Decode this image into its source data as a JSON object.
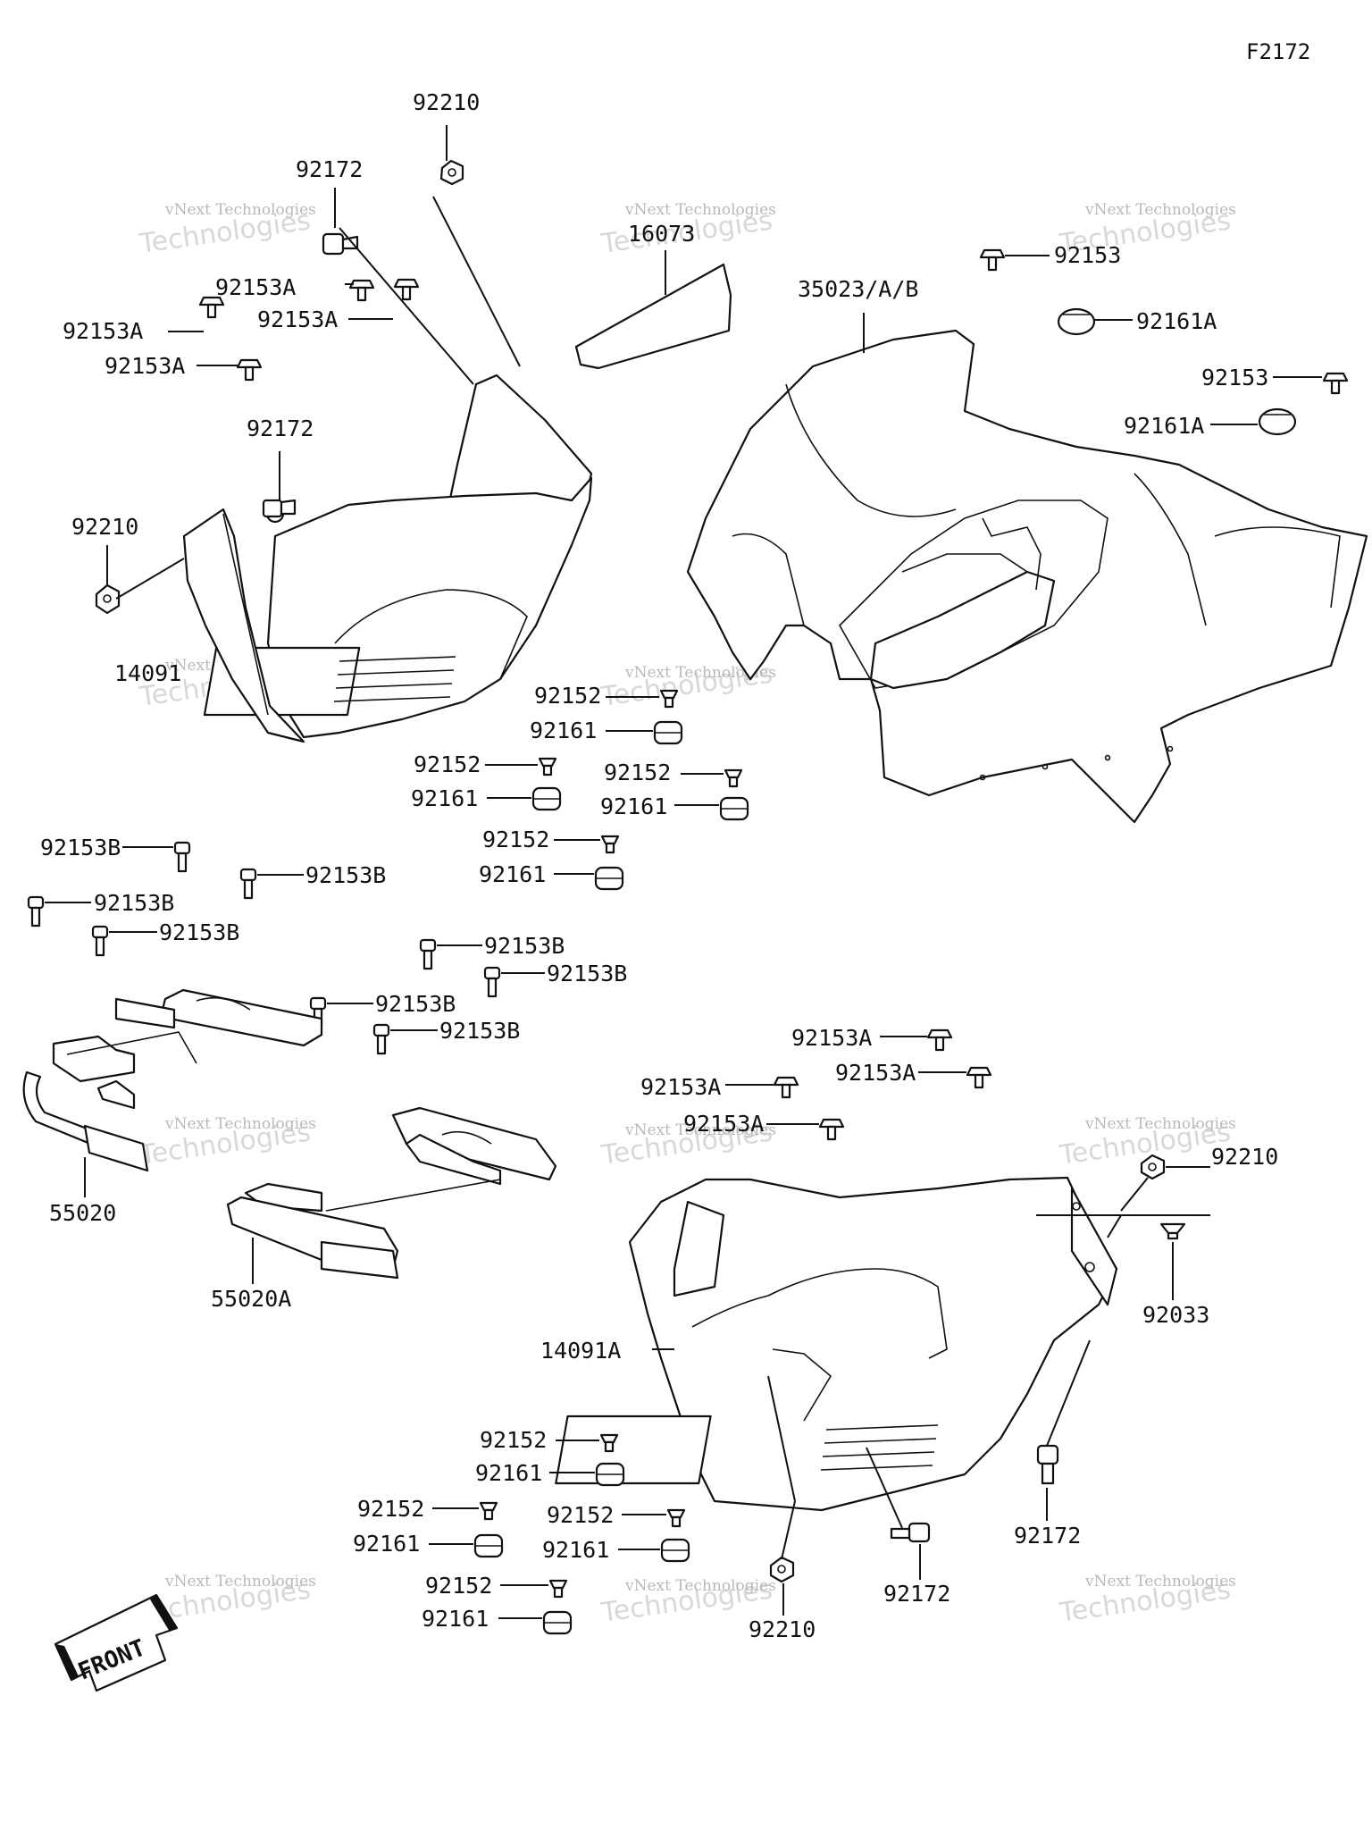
{
  "figure_code": "F2172",
  "watermark": {
    "line1": "vNext Technologies",
    "line2": "Technologies",
    "tag": "vNext"
  },
  "front_label": "FRONT",
  "labels": {
    "p92210_a": "92210",
    "p92172_a": "92172",
    "p92153A_a": "92153A",
    "p92153A_b": "92153A",
    "p92153A_c": "92153A",
    "p92153A_d": "92153A",
    "p92172_b": "92172",
    "p92210_b": "92210",
    "p14091": "14091",
    "p16073": "16073",
    "p35023": "35023/A/B",
    "p92153_a": "92153",
    "p92161A_a": "92161A",
    "p92153_b": "92153",
    "p92161A_b": "92161A",
    "p92152_a": "92152",
    "p92161_a": "92161",
    "p92152_b": "92152",
    "p92161_b": "92161",
    "p92152_c": "92152",
    "p92161_c": "92161",
    "p92152_d": "92152",
    "p92161_d": "92161",
    "p92153B_a": "92153B",
    "p92153B_b": "92153B",
    "p92153B_c": "92153B",
    "p92153B_d": "92153B",
    "p92153B_e": "92153B",
    "p92153B_f": "92153B",
    "p92153B_g": "92153B",
    "p92153B_h": "92153B",
    "p55020": "55020",
    "p55020A": "55020A",
    "p92153A_e": "92153A",
    "p92153A_f": "92153A",
    "p92153A_g": "92153A",
    "p92153A_h": "92153A",
    "p92210_c": "92210",
    "p92033": "92033",
    "p14091A": "14091A",
    "p92152_e": "92152",
    "p92161_e": "92161",
    "p92152_f": "92152",
    "p92161_f": "92161",
    "p92152_g": "92152",
    "p92161_g": "92161",
    "p92152_h": "92152",
    "p92161_h": "92161",
    "p92172_c": "92172",
    "p92172_d": "92172",
    "p92210_d": "92210"
  }
}
